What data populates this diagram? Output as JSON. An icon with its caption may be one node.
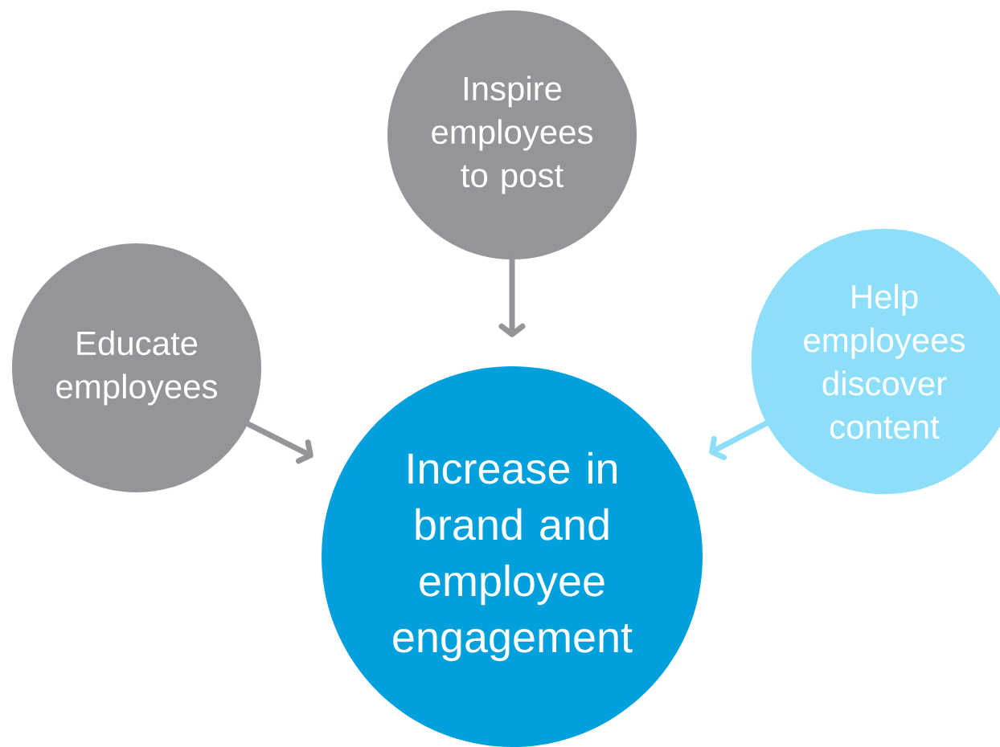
{
  "diagram": {
    "nodes": [
      {
        "text": [
          "Inspire employees to post"
        ]
      },
      {
        "text": [
          "Educate employees"
        ]
      },
      {
        "text": [
          "Help employees discover content"
        ]
      },
      {
        "text": [
          "Increase in brand and employee engagement"
        ]
      }
    ],
    "edges": [
      {
        "from": 0,
        "to": 3,
        "arrow": "to"
      },
      {
        "from": 1,
        "to": 3,
        "arrow": "to"
      },
      {
        "from": 2,
        "to": 3,
        "arrow": "to",
        "color": "#8ddff9"
      }
    ]
  }
}
